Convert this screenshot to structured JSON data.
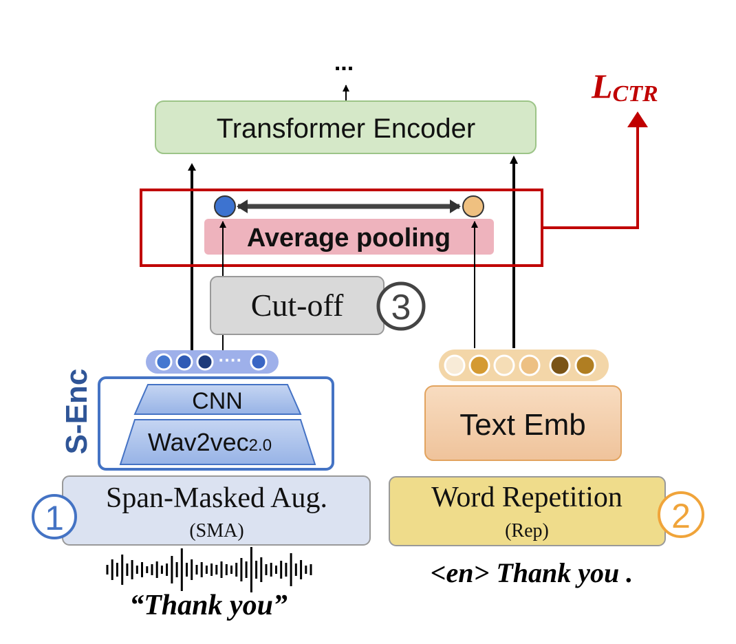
{
  "top_ellipsis": "...",
  "loss": {
    "main": "L",
    "sub": "CTR"
  },
  "transformer": {
    "label": "Transformer Encoder"
  },
  "pooling": {
    "label": "Average pooling"
  },
  "cutoff": {
    "label": "Cut-off",
    "marker": "3"
  },
  "speech_encoder": {
    "side_label": "S-Enc",
    "cnn_label": "CNN",
    "wav2vec_label": "Wav2vec",
    "wav2vec_version": "2.0",
    "dots_ellipsis": "····"
  },
  "text_embedding": {
    "label": "Text Emb"
  },
  "sma": {
    "title": "Span-Masked Aug.",
    "abbr": "(SMA)",
    "marker": "1"
  },
  "rep": {
    "title": "Word Repetition",
    "abbr": "(Rep)",
    "marker": "2"
  },
  "speech_caption": "“Thank you”",
  "text_caption": "<en> Thank you .",
  "colors": {
    "loss_red": "#c00000",
    "transformer_fill": "#d5e8c8",
    "pooling_fill": "#eeb3bd",
    "sma_fill": "#dbe2f1",
    "rep_fill": "#efdc8b",
    "speech_blue": "#4473c4",
    "text_orange": "#f0a43a"
  }
}
